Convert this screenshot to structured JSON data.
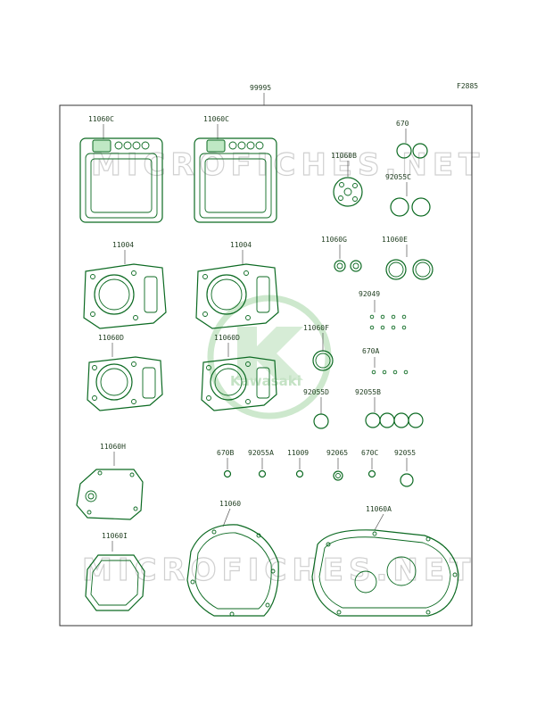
{
  "ref_code": "F2885",
  "kit_number": "99995",
  "watermark": "MICROFICHES.NET",
  "logo_text": "Kawasaki",
  "parts": [
    {
      "id": "11060C_1",
      "label": "11060C"
    },
    {
      "id": "11060C_2",
      "label": "11060C"
    },
    {
      "id": "670",
      "label": "670"
    },
    {
      "id": "11060B",
      "label": "11060B"
    },
    {
      "id": "92055C",
      "label": "92055C"
    },
    {
      "id": "11004_1",
      "label": "11004"
    },
    {
      "id": "11004_2",
      "label": "11004"
    },
    {
      "id": "11060G",
      "label": "11060G"
    },
    {
      "id": "11060E",
      "label": "11060E"
    },
    {
      "id": "92049",
      "label": "92049"
    },
    {
      "id": "11060D_1",
      "label": "11060D"
    },
    {
      "id": "11060D_2",
      "label": "11060D"
    },
    {
      "id": "11060F",
      "label": "11060F"
    },
    {
      "id": "670A",
      "label": "670A"
    },
    {
      "id": "92055D",
      "label": "92055D"
    },
    {
      "id": "92055B",
      "label": "92055B"
    },
    {
      "id": "11060H",
      "label": "11060H"
    },
    {
      "id": "670B",
      "label": "670B"
    },
    {
      "id": "92055A",
      "label": "92055A"
    },
    {
      "id": "11009",
      "label": "11009"
    },
    {
      "id": "92065",
      "label": "92065"
    },
    {
      "id": "670C",
      "label": "670C"
    },
    {
      "id": "92055",
      "label": "92055"
    },
    {
      "id": "11060",
      "label": "11060"
    },
    {
      "id": "11060A",
      "label": "11060A"
    },
    {
      "id": "11060I",
      "label": "11060I"
    }
  ]
}
